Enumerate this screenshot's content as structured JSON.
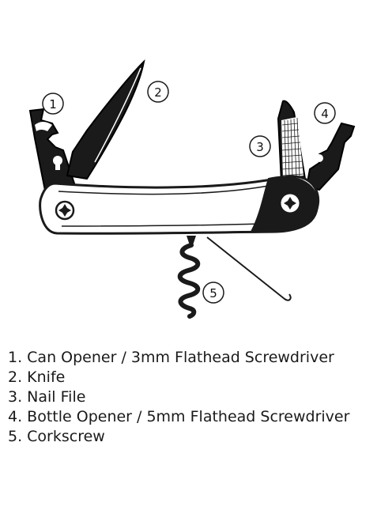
{
  "callouts": [
    "1",
    "2",
    "3",
    "4",
    "5"
  ],
  "legend": [
    "1. Can Opener / 3mm Flathead Screwdriver",
    "2. Knife",
    "3. Nail File",
    "4. Bottle Opener / 5mm Flathead Screwdriver",
    "5. Corkscrew"
  ]
}
